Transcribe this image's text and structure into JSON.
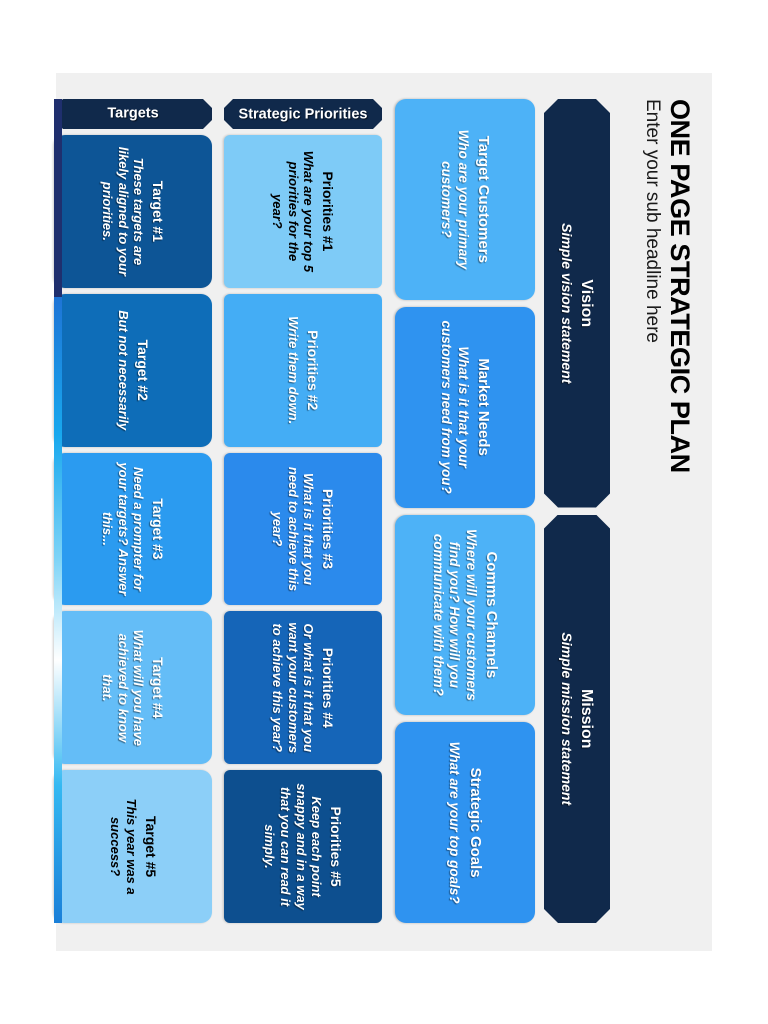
{
  "header": {
    "title": "ONE PAGE STRATEGIC PLAN",
    "subtitle": "Enter your sub headline here"
  },
  "banners": [
    {
      "title": "Vision",
      "subtitle": "Simple vision statement",
      "color": "#10294b"
    },
    {
      "title": "Mission",
      "subtitle": "Simple mission statement",
      "color": "#10294b"
    }
  ],
  "pillars": [
    {
      "title": "Target Customers",
      "subtitle": "Who are your primary customers?",
      "color": "#4db2f7",
      "text_color": "#ffffff"
    },
    {
      "title": "Market Needs",
      "subtitle": "What is it that your customers need from you?",
      "color": "#2f93f0",
      "text_color": "#ffffff"
    },
    {
      "title": "Comms Channels",
      "subtitle": "Where will your customers find you? How will you communicate with them?",
      "color": "#4db2f7",
      "text_color": "#ffffff"
    },
    {
      "title": "Strategic Goals",
      "subtitle": "What are your top goals?",
      "color": "#2f93f0",
      "text_color": "#ffffff"
    }
  ],
  "bands": [
    {
      "label": "Strategic Priorities",
      "label_color": "#10294b",
      "cells": [
        {
          "title": "Priorities #1",
          "subtitle": "What are your top 5 priorities for the year?",
          "color": "#7ecbf7",
          "text_color": "#000000"
        },
        {
          "title": "Priorities #2",
          "subtitle": "Write them down.",
          "color": "#44adf5",
          "text_color": "#ffffff"
        },
        {
          "title": "Priorities #3",
          "subtitle": "What is it that you need to achieve this year?",
          "color": "#2b8aec",
          "text_color": "#ffffff"
        },
        {
          "title": "Priorities #4",
          "subtitle": "Or what is it that you want your customers to achieve this year?",
          "color": "#1565b8",
          "text_color": "#ffffff"
        },
        {
          "title": "Priorities #5",
          "subtitle": "Keep each point snappy and in a way that you can read it simply.",
          "color": "#0d4f8f",
          "text_color": "#ffffff"
        }
      ]
    },
    {
      "label": "Targets",
      "label_color": "#10294b",
      "cells": [
        {
          "title": "Target #1",
          "subtitle": "These targets are likely aligned to your priorities.",
          "color": "#0d5596",
          "text_color": "#ffffff"
        },
        {
          "title": "Target #2",
          "subtitle": "But not necessarily",
          "color": "#0e6db8",
          "text_color": "#ffffff"
        },
        {
          "title": "Target #3",
          "subtitle": "Need a prompter for your targets? Answer this...",
          "color": "#2b9bf0",
          "text_color": "#ffffff"
        },
        {
          "title": "Target #4",
          "subtitle": "What will you have achieved to know that.",
          "color": "#64bdf7",
          "text_color": "#ffffff"
        },
        {
          "title": "Target #5",
          "subtitle": "This year was a success?",
          "color": "#8ccff8",
          "text_color": "#000000"
        }
      ]
    }
  ],
  "accent_bar": {
    "left_color": "#1f2f6e",
    "gradient_colors": [
      "#1e74d6",
      "#18a8ee",
      "#7fd4f7",
      "#ffffff",
      "#35b9f2",
      "#1a7fd8"
    ]
  },
  "canvas": {
    "background": "#ffffff",
    "slide_background": "#f0f0f0"
  }
}
